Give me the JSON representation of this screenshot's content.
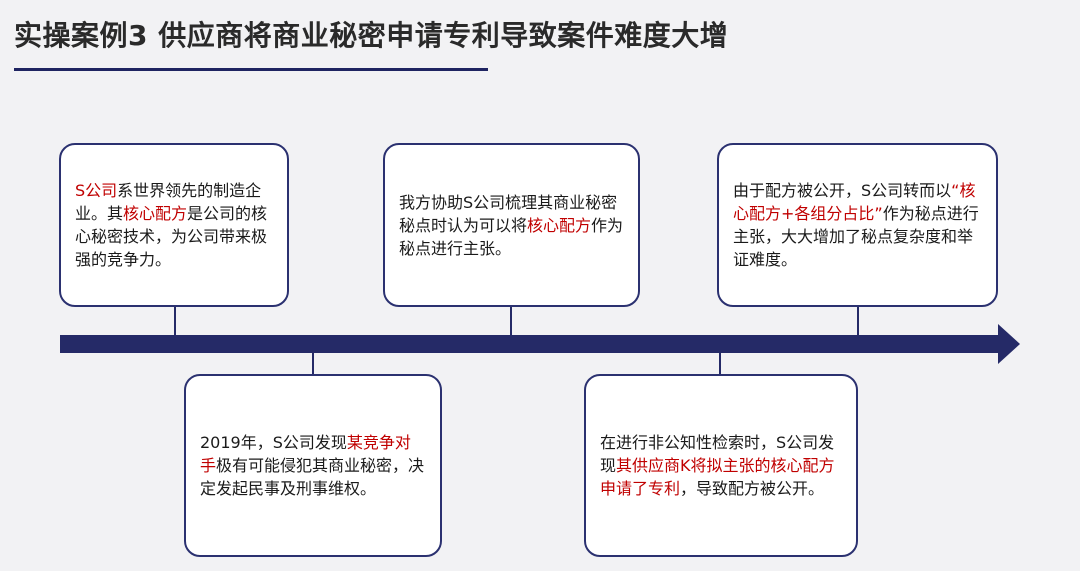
{
  "title": "实操案例3  供应商将商业秘密申请专利导致案件难度大增",
  "cards": [
    {
      "segments": [
        {
          "text": "S公司",
          "highlight": true
        },
        {
          "text": "系世界领先的制造企业。其",
          "highlight": false
        },
        {
          "text": "核心配方",
          "highlight": true
        },
        {
          "text": "是公司的核心秘密技术，为公司带来极强的竞争力。",
          "highlight": false
        }
      ]
    },
    {
      "segments": [
        {
          "text": "2019年，S公司发现",
          "highlight": false
        },
        {
          "text": "某竞争对手",
          "highlight": true
        },
        {
          "text": "极有可能侵犯其商业秘密，决定发起民事及刑事维权。",
          "highlight": false
        }
      ]
    },
    {
      "segments": [
        {
          "text": "我方协助S公司梳理其商业秘密秘点时认为可以将",
          "highlight": false
        },
        {
          "text": "核心配方",
          "highlight": true
        },
        {
          "text": "作为秘点进行主张。",
          "highlight": false
        }
      ]
    },
    {
      "segments": [
        {
          "text": "在进行非公知性检索时，S公司发现",
          "highlight": false
        },
        {
          "text": "其供应商K将拟主张的核心配方申请了专利",
          "highlight": true
        },
        {
          "text": "，导致配方被公开。",
          "highlight": false
        }
      ]
    },
    {
      "segments": [
        {
          "text": "由于配方被公开，S公司转而以",
          "highlight": false
        },
        {
          "text": "“核心配方+各组分占比”",
          "highlight": true
        },
        {
          "text": "作为秘点进行主张，大大增加了秘点复杂度和举证难度。",
          "highlight": false
        }
      ]
    }
  ],
  "colors": {
    "accent": "#252a67",
    "highlight": "#c00000",
    "card_border": "#2b3170"
  }
}
